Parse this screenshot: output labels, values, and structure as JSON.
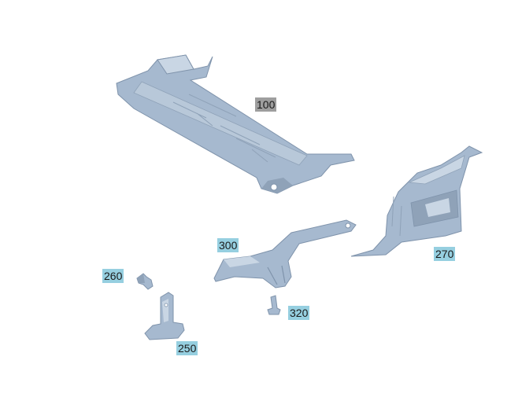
{
  "diagram": {
    "part_color": "#a6b9cf",
    "part_shadow": "#7f93ab",
    "part_highlight": "#c9d6e4",
    "callout_main_color": "#9e9e9e",
    "callout_sub_color": "#96cfe0"
  },
  "callouts": {
    "c100": "100",
    "c270": "270",
    "c300": "300",
    "c260": "260",
    "c320": "320",
    "c250": "250"
  }
}
